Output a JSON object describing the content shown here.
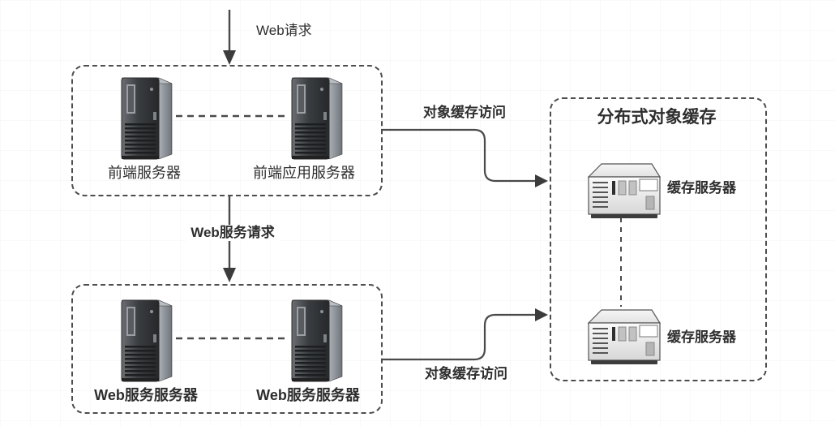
{
  "labels": {
    "web_request": "Web请求",
    "web_service_request": "Web服务请求",
    "object_cache_access_top": "对象缓存访问",
    "object_cache_access_bottom": "对象缓存访问"
  },
  "front_box": {
    "servers": [
      {
        "label": "前端服务器",
        "icon": "tower-server-icon"
      },
      {
        "label": "前端应用服务器",
        "icon": "tower-server-icon"
      }
    ]
  },
  "web_box": {
    "servers": [
      {
        "label": "Web服务服务器",
        "icon": "tower-server-icon"
      },
      {
        "label": "Web服务服务器",
        "icon": "tower-server-icon"
      }
    ]
  },
  "cache_box": {
    "title": "分布式对象缓存",
    "servers": [
      {
        "label": "缓存服务器",
        "icon": "rack-server-icon"
      },
      {
        "label": "缓存服务器",
        "icon": "rack-server-icon"
      }
    ]
  },
  "icons": {
    "down_arrow": "arrow-down-icon",
    "connector_arrow": "arrow-right-icon",
    "tower_server": "tower-server-icon",
    "rack_server": "rack-server-icon"
  },
  "colors": {
    "line": "#4a4a4a",
    "box_border": "#4d4d4d",
    "text": "#2e2e2e",
    "background": "#ffffff"
  }
}
